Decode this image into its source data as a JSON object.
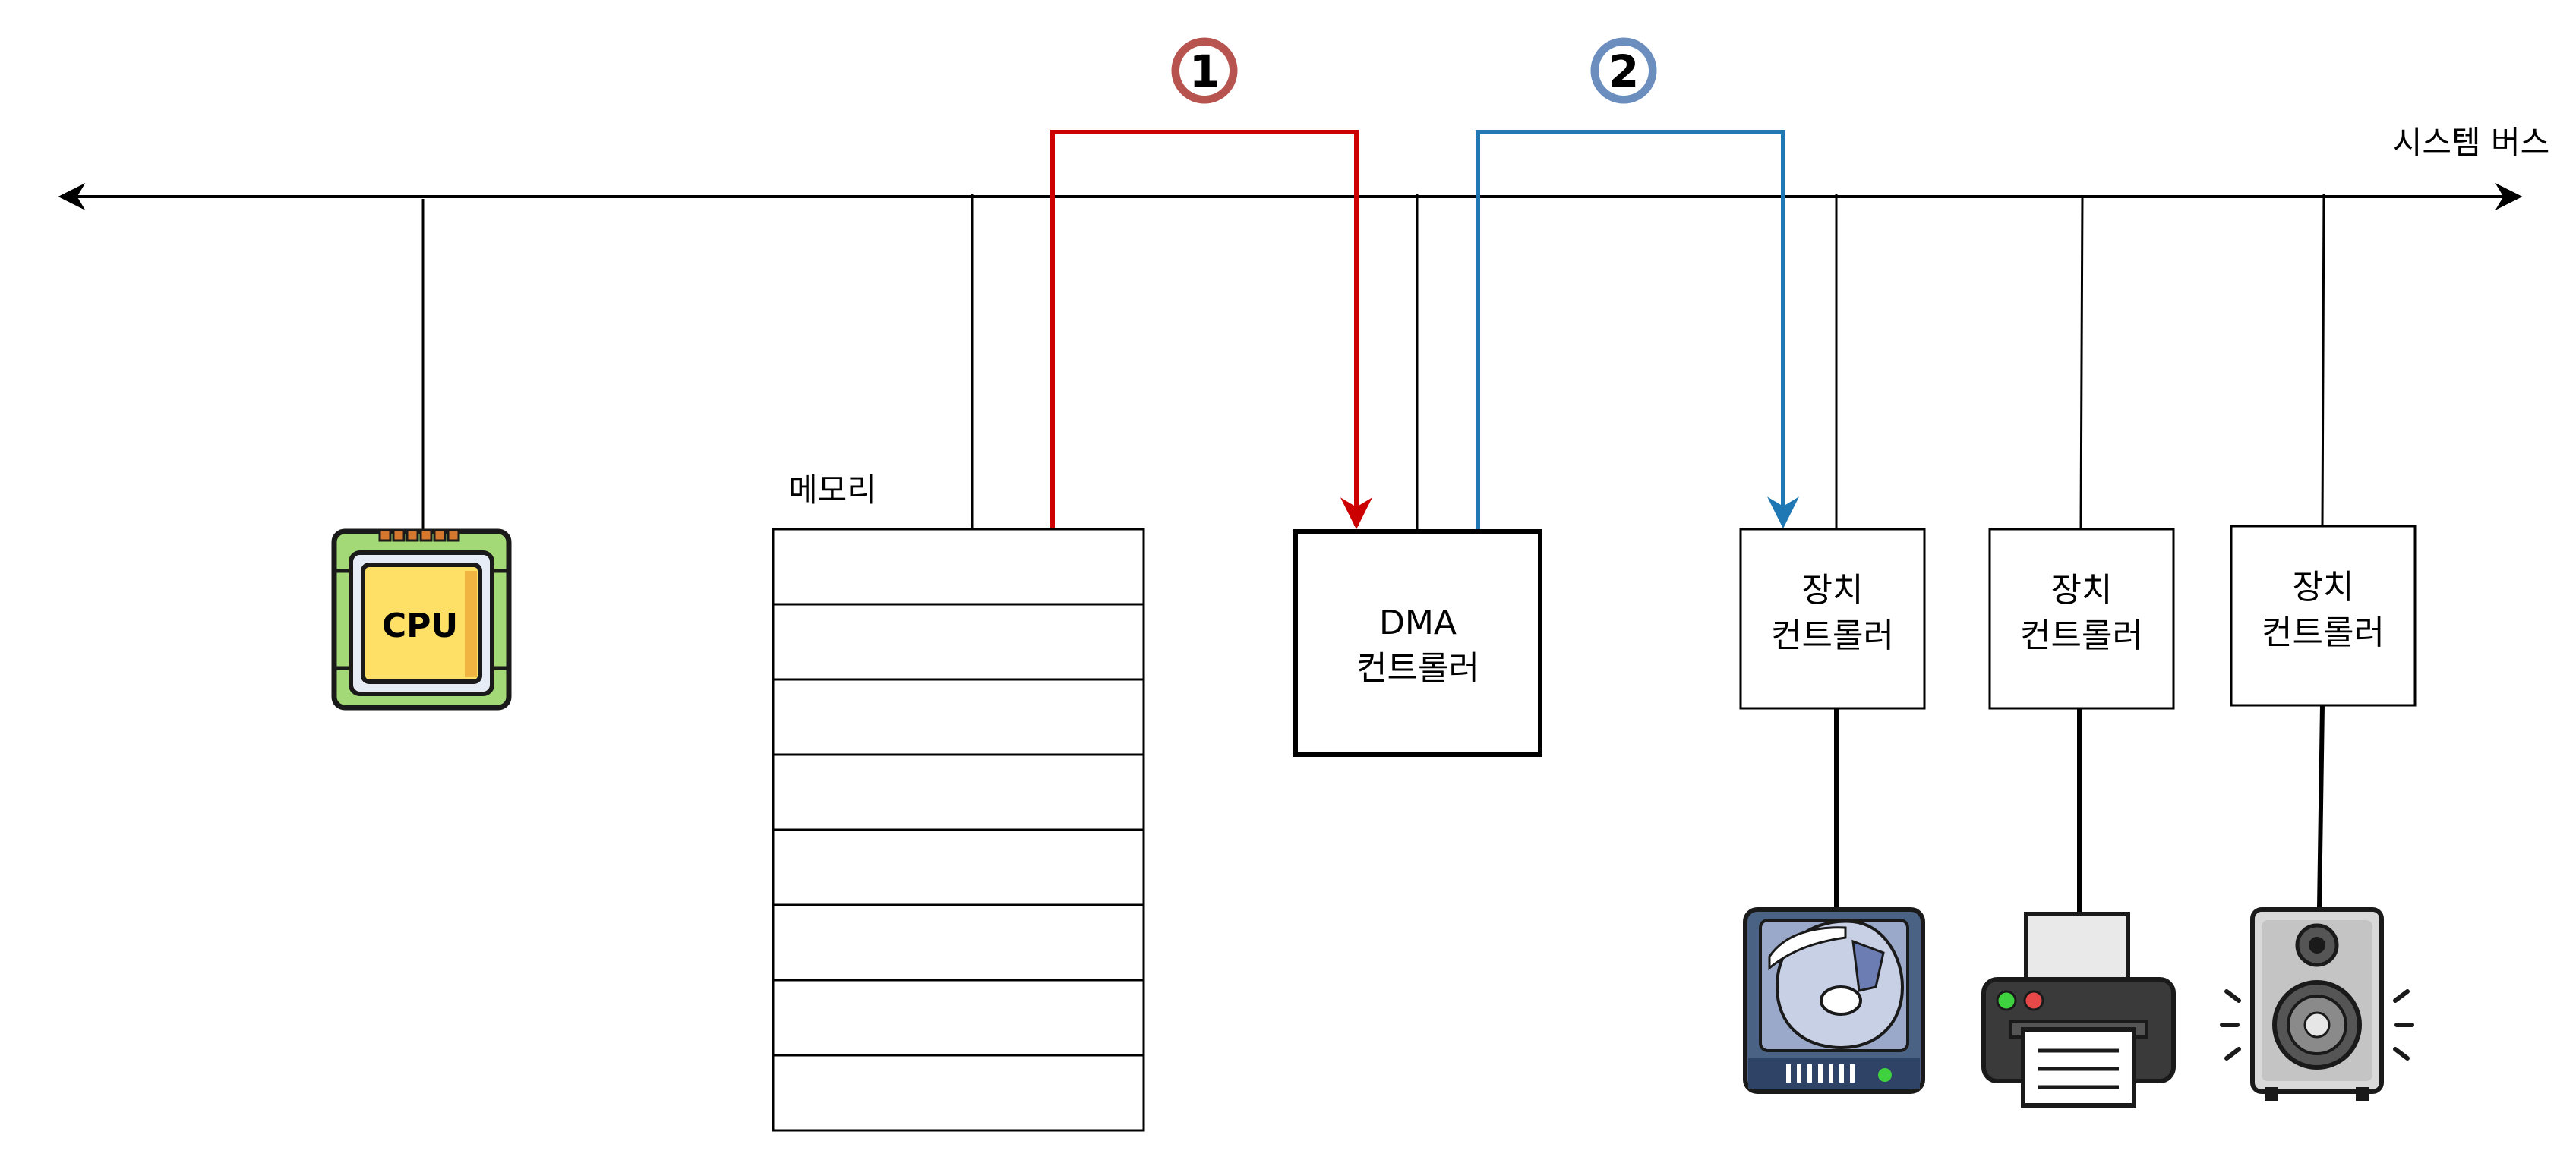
{
  "bus": {
    "label": "시스템 버스"
  },
  "steps": [
    {
      "number": "1",
      "color": "#b85450",
      "arrow_color": "#cc0000"
    },
    {
      "number": "2",
      "color": "#6c8ebf",
      "arrow_color": "#1f77b4"
    }
  ],
  "cpu": {
    "label": "CPU"
  },
  "memory": {
    "label": "메모리",
    "cell_count": 8
  },
  "dma": {
    "line1": "DMA",
    "line2": "컨트롤러"
  },
  "controllers": [
    {
      "line1": "장치",
      "line2": "컨트롤러",
      "device": "hard-disk"
    },
    {
      "line1": "장치",
      "line2": "컨트롤러",
      "device": "printer"
    },
    {
      "line1": "장치",
      "line2": "컨트롤러",
      "device": "speaker"
    }
  ]
}
